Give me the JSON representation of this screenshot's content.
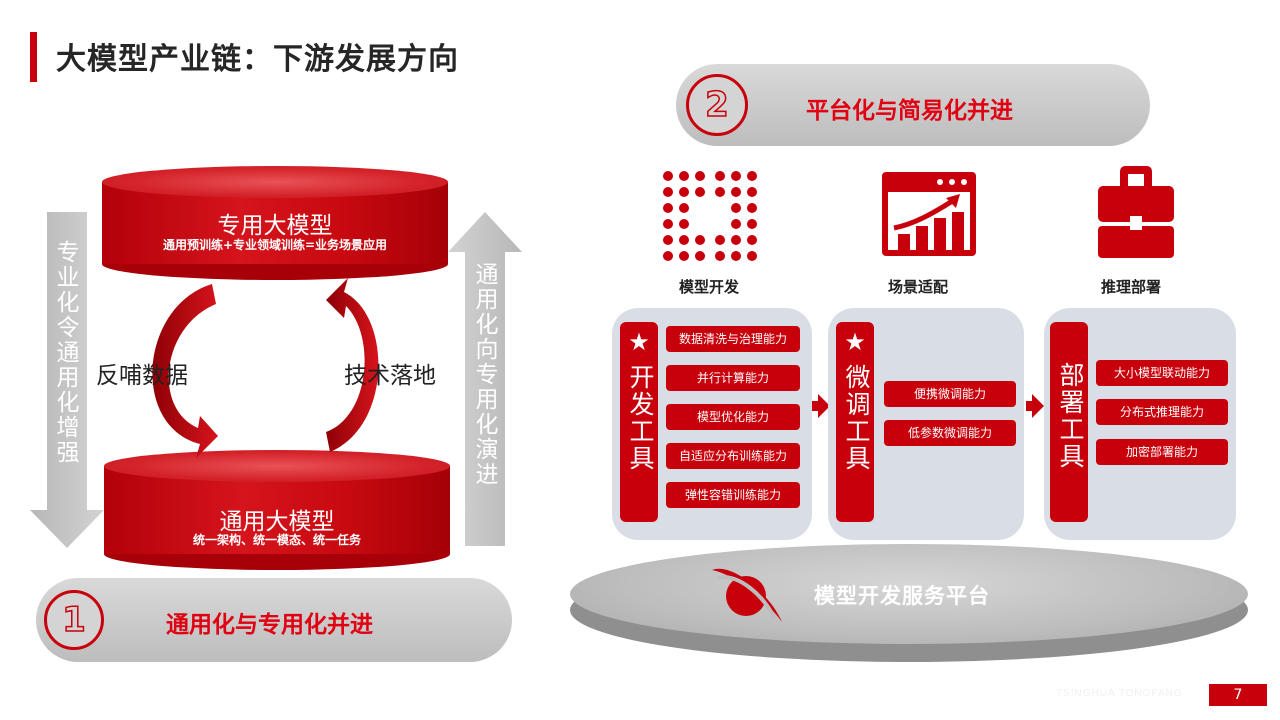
{
  "title": "大模型产业链：下游发展方向",
  "left": {
    "top_cylinder": {
      "title": "专用大模型",
      "subtitle": "通用预训练+专业领域训练=业务场景应用"
    },
    "bottom_cylinder": {
      "title": "通用大模型",
      "subtitle": "统一架构、统一模态、统一任务"
    },
    "left_arrow_text": "专业化令通用化增强",
    "right_arrow_text": "通用化向专用化演进",
    "loop_left_label": "反哺数据",
    "loop_right_label": "技术落地",
    "pill": {
      "number": "1",
      "text": "通用化与专用化并进"
    },
    "colors": {
      "accent": "#c8000b",
      "arrow_gray": "#c9c9c9"
    }
  },
  "right": {
    "pill": {
      "number": "2",
      "text": "平台化与简易化并进"
    },
    "icons": [
      {
        "icon": "dot-grid-icon",
        "label": "模型开发"
      },
      {
        "icon": "growth-chart-window-icon",
        "label": "场景适配"
      },
      {
        "icon": "briefcase-icon",
        "label": "推理部署"
      }
    ],
    "panels": [
      {
        "star": "★",
        "heading": "开发工具",
        "items": [
          "数据清洗与治理能力",
          "并行计算能力",
          "模型优化能力",
          "自适应分布训练能力",
          "弹性容错训练能力"
        ]
      },
      {
        "star": "★",
        "heading": "微调工具",
        "items": [
          "便携微调能力",
          "低参数微调能力"
        ]
      },
      {
        "star": "",
        "heading": "部署工具",
        "items": [
          "大小模型联动能力",
          "分布式推理能力",
          "加密部署能力"
        ]
      }
    ],
    "platform": {
      "icon": "planet-ring-icon",
      "text": "模型开发服务平台"
    }
  },
  "footer": {
    "brand": "TSINGHUA TONGFANG",
    "page": "7"
  }
}
